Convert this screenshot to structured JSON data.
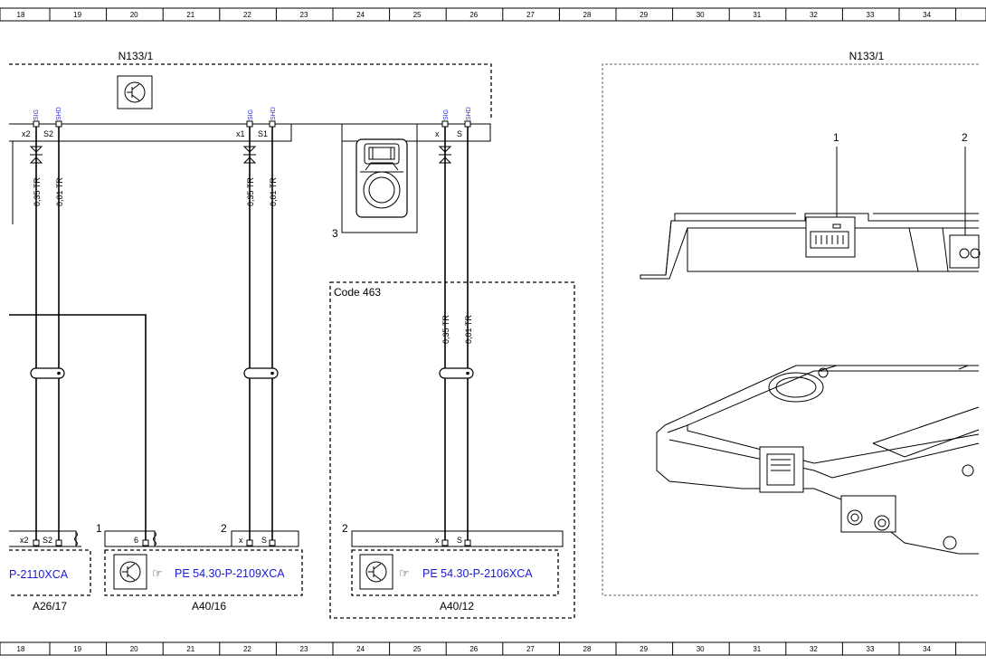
{
  "ruler": {
    "top": [
      "18",
      "19",
      "20",
      "21",
      "22",
      "23",
      "24",
      "25",
      "26",
      "27",
      "28",
      "29",
      "30",
      "31",
      "32",
      "33",
      "34"
    ],
    "bottom": [
      "18",
      "19",
      "20",
      "21",
      "22",
      "23",
      "24",
      "25",
      "26",
      "27",
      "28",
      "29",
      "30",
      "31",
      "32",
      "33",
      "34"
    ]
  },
  "component_n133": {
    "name_left": "N133/1",
    "name_right": "N133/1",
    "connector_label": "3",
    "view_labels": {
      "one": "1",
      "two": "2"
    }
  },
  "pins": {
    "sig": "SIG",
    "shd": "SHD",
    "group_a": {
      "x": "x2",
      "s": "S2"
    },
    "group_b": {
      "x": "x1",
      "s": "S1"
    },
    "group_c": {
      "x": "x",
      "s": "S"
    }
  },
  "wires": {
    "w1": "0,35 TR",
    "w2": "0,01 TR",
    "w3": "0,35 TR",
    "w4": "0,01 TR",
    "w5": "0,35 TR",
    "w6": "0,01 TR"
  },
  "code_box": {
    "label": "Code 463"
  },
  "components": [
    {
      "name": "A26/17",
      "ref": "P-2110XCA",
      "pin_x": "x2",
      "pin_s": "S2"
    },
    {
      "name": "A40/16",
      "ref": "PE 54.30-P-2109XCA",
      "marker": "1",
      "pin_6": "6",
      "marker2": "2",
      "pin_x": "x",
      "pin_s": "S"
    },
    {
      "name": "A40/12",
      "ref": "PE 54.30-P-2106XCA",
      "marker": "2",
      "pin_x": "x",
      "pin_s": "S"
    }
  ],
  "colors": {
    "reference_link": "#1a1ad8",
    "signal_label": "#2a2ad0"
  }
}
